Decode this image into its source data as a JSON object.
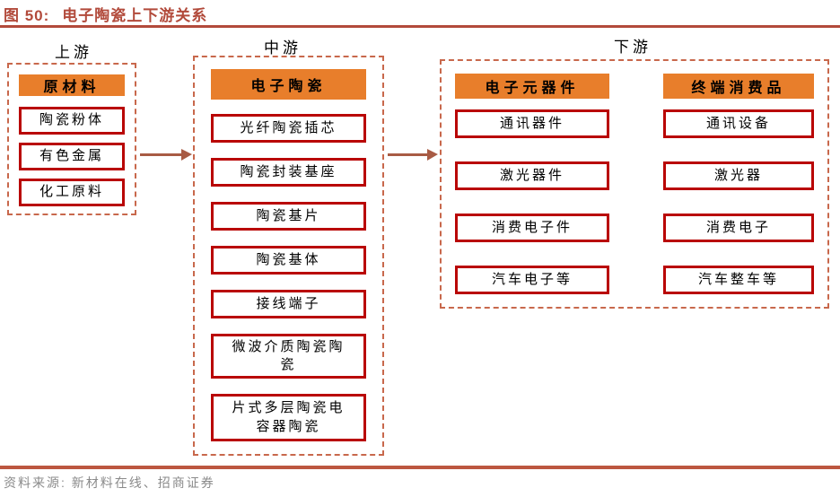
{
  "figure": {
    "fig_label": "图 50:",
    "title": "电子陶瓷上下游关系",
    "source": "资料来源: 新材料在线、招商证券"
  },
  "colors": {
    "accent_red": "#B24A3B",
    "box_border_red": "#B90504",
    "header_orange": "#E87E2B",
    "dashed_border": "#C8684C",
    "arrow_brown": "#A85B44",
    "source_gray": "#8a8a8a"
  },
  "diagram": {
    "upstream": {
      "label": "上游",
      "header": "原材料",
      "items": [
        "陶瓷粉体",
        "有色金属",
        "化工原料"
      ]
    },
    "midstream": {
      "label": "中游",
      "header": "电子陶瓷",
      "items": [
        "光纤陶瓷插芯",
        "陶瓷封装基座",
        "陶瓷基片",
        "陶瓷基体",
        "接线端子",
        "微波介质陶瓷陶\n瓷",
        "片式多层陶瓷电\n容器陶瓷"
      ]
    },
    "downstream": {
      "label": "下游",
      "columns": [
        {
          "header": "电子元器件",
          "items": [
            "通讯器件",
            "激光器件",
            "消费电子件",
            "汽车电子等"
          ]
        },
        {
          "header": "终端消费品",
          "items": [
            "通讯设备",
            "激光器",
            "消费电子",
            "汽车整车等"
          ]
        }
      ]
    }
  }
}
